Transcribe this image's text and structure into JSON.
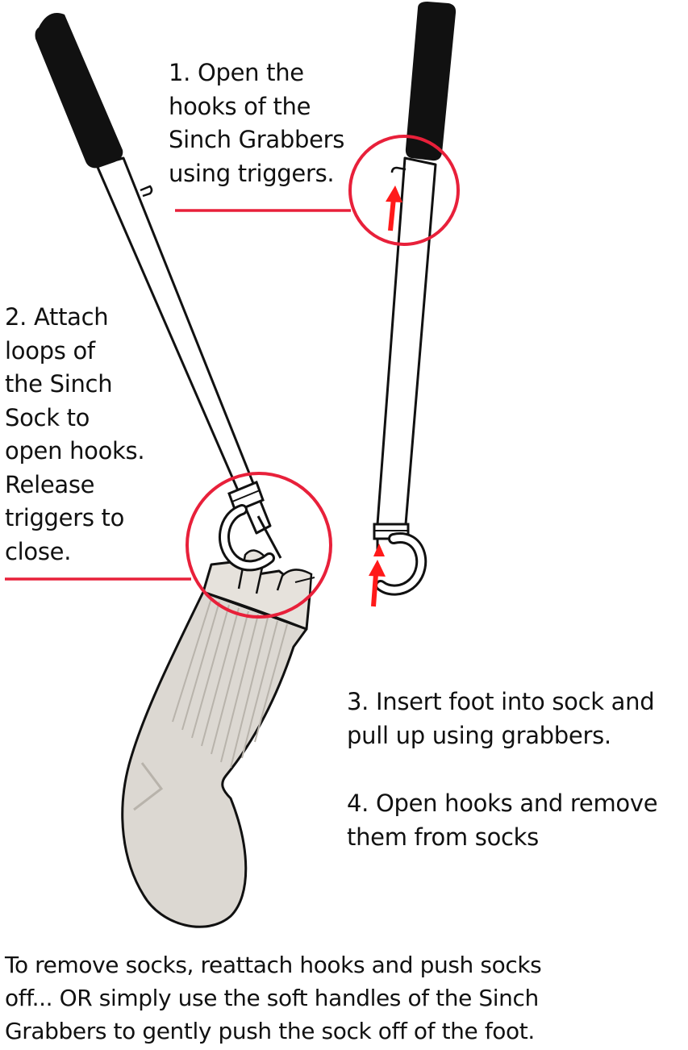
{
  "colors": {
    "accent_red": "#e8203a",
    "arrow_red": "#ff1a1a",
    "handle_black": "#111111",
    "sock_fill": "#dcd8d2",
    "outline": "#111111"
  },
  "steps": {
    "step1": [
      "1. Open the",
      "hooks of the",
      "Sinch Grabbers",
      "using triggers."
    ],
    "step2": [
      "2.  Attach",
      "loops of",
      "the Sinch",
      "Sock to",
      "open hooks.",
      "Release",
      "triggers to",
      "close."
    ],
    "step3": [
      "3. Insert foot into sock and",
      "pull up using grabbers."
    ],
    "step4": [
      "4. Open hooks and remove",
      "them from socks"
    ]
  },
  "footer": [
    "To remove socks, reattach hooks and push socks",
    "off... OR simply use the soft handles of the Sinch",
    "Grabbers to gently push the sock off of the foot."
  ]
}
